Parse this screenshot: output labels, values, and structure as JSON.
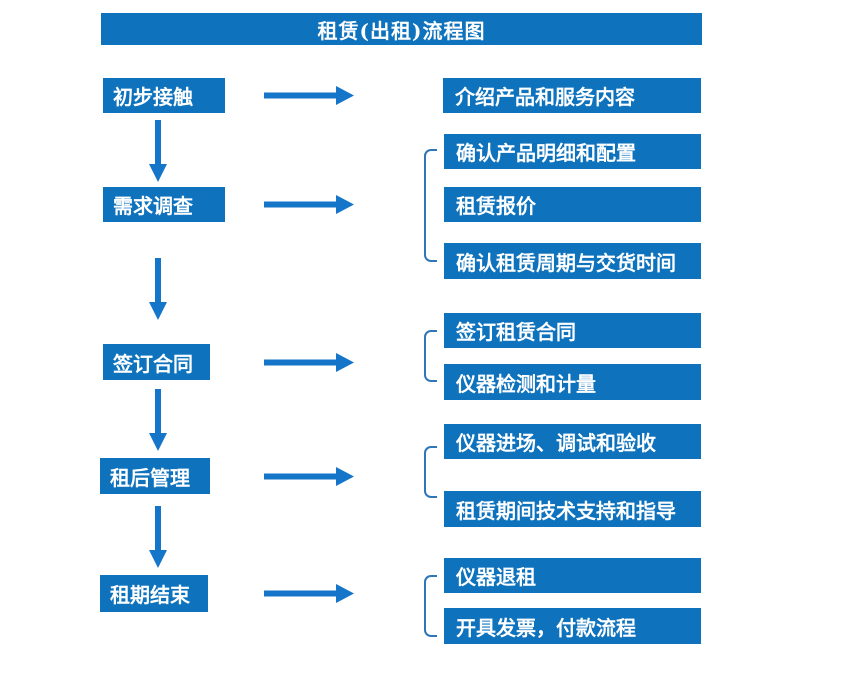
{
  "title": "租赁(出租)流程图",
  "colors": {
    "primary": "#0e72bd",
    "arrow": "#1575c8",
    "bracket": "#2f76b8",
    "text": "#ffffff"
  },
  "steps": [
    {
      "label": "初步接触",
      "outputs": [
        "介绍产品和服务内容"
      ]
    },
    {
      "label": "需求调查",
      "outputs": [
        "确认产品明细和配置",
        "租赁报价",
        "确认租赁周期与交货时间"
      ]
    },
    {
      "label": "签订合同",
      "outputs": [
        "签订租赁合同",
        "仪器检测和计量"
      ]
    },
    {
      "label": "租后管理",
      "outputs": [
        "仪器进场、调试和验收",
        "租赁期间技术支持和指导"
      ]
    },
    {
      "label": "租期结束",
      "outputs": [
        "仪器退租",
        "开具发票，付款流程"
      ]
    }
  ]
}
